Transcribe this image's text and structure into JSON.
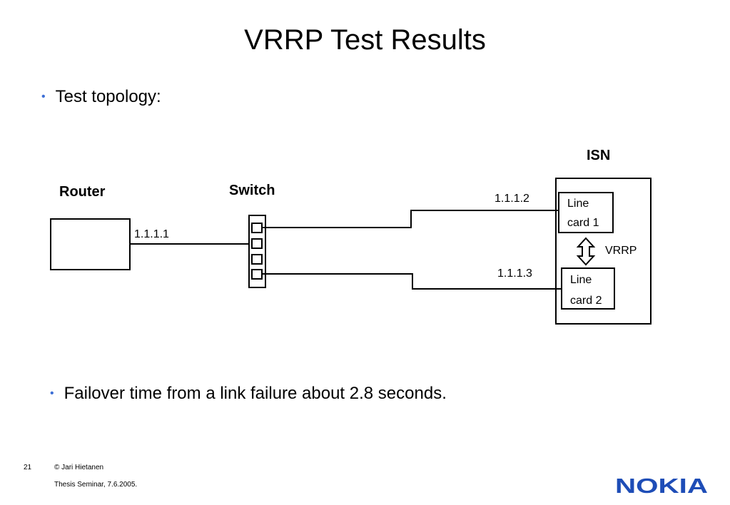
{
  "title": "VRRP Test Results",
  "bullets": [
    "Test topology:",
    "Failover time from a link failure about 2.8 seconds."
  ],
  "diagram": {
    "router_label": "Router",
    "switch_label": "Switch",
    "isn_label": "ISN",
    "link_router": "1.1.1.1",
    "link_card1": "1.1.1.2",
    "link_card2": "1.1.1.3",
    "card1_line1": "Line",
    "card1_line2": "card 1",
    "card2_line1": "Line",
    "card2_line2": "card 2",
    "vrrp_label": "VRRP"
  },
  "footer": {
    "page_number": "21",
    "copyright": "© Jari Hietanen",
    "event": "Thesis Seminar, 7.6.2005.",
    "logo_text": "NOKIA"
  },
  "colors": {
    "bullet": "#3d6fd6",
    "logo": "#1e4db7"
  }
}
